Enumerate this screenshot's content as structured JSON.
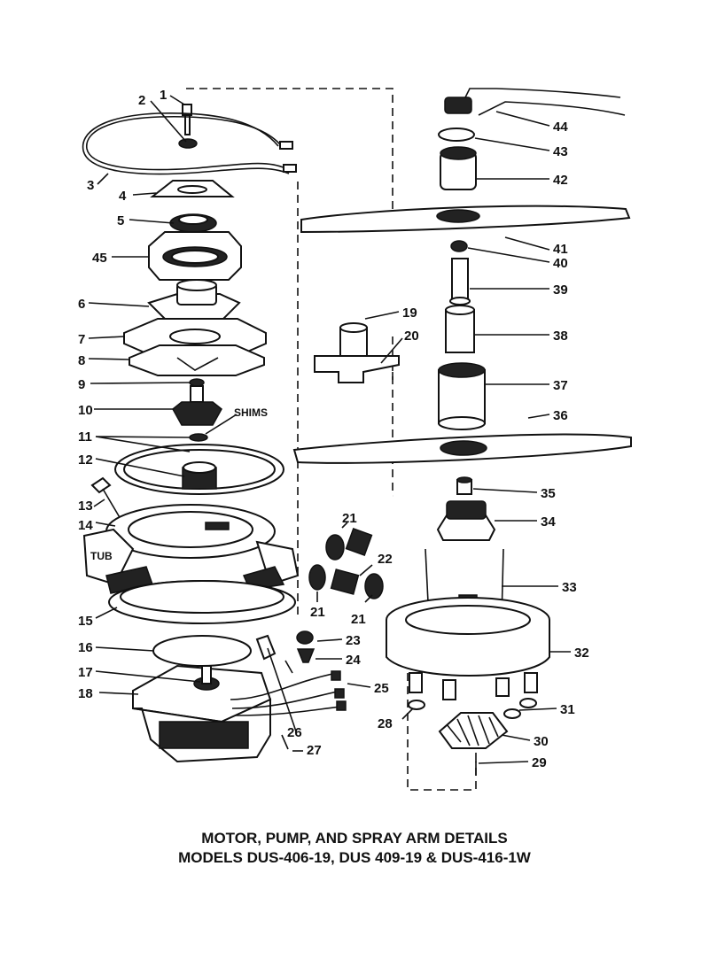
{
  "diagram": {
    "title_line1": "MOTOR, PUMP, AND SPRAY ARM DETAILS",
    "title_line2": "MODELS DUS-406-19, DUS 409-19 & DUS-416-1W",
    "labels": {
      "p1": "1",
      "p2": "2",
      "p3": "3",
      "p4": "4",
      "p5": "5",
      "p6": "6",
      "p7": "7",
      "p8": "8",
      "p9": "9",
      "p10": "10",
      "p11": "11",
      "p12": "12",
      "p13": "13",
      "p14": "14",
      "p15": "15",
      "p16": "16",
      "p17": "17",
      "p18": "18",
      "p19": "19",
      "p20": "20",
      "p21a": "21",
      "p21b": "21",
      "p21c": "21",
      "p22": "22",
      "p23": "23",
      "p24": "24",
      "p25": "25",
      "p26": "26",
      "p27": "27",
      "p28": "28",
      "p29": "29",
      "p30": "30",
      "p31": "31",
      "p32": "32",
      "p33": "33",
      "p34": "34",
      "p35": "35",
      "p36": "36",
      "p37": "37",
      "p38": "38",
      "p39": "39",
      "p40": "40",
      "p41": "41",
      "p42": "42",
      "p43": "43",
      "p44": "44",
      "p45": "45",
      "shims": "SHIMS",
      "tub": "TUB"
    }
  }
}
